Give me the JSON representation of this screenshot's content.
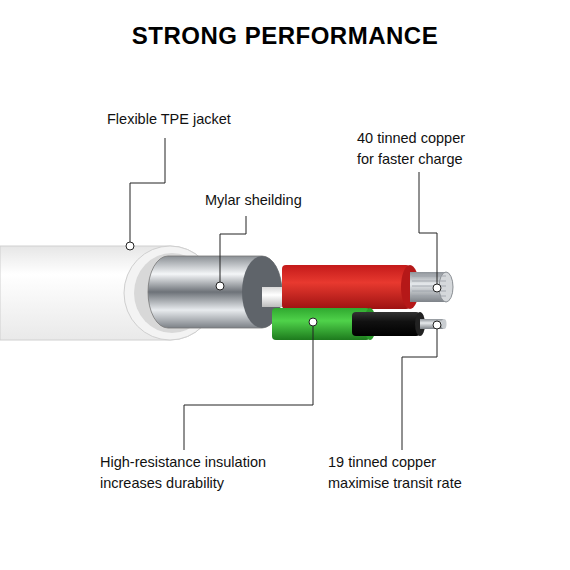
{
  "diagram": {
    "title": "STRONG PERFORMANCE",
    "labels": [
      "Flexible TPE jacket",
      "Mylar sheilding",
      "40 tinned copper for faster charge",
      "High-resistance insulation increases durability",
      "19 tinned copper maximise transit rate"
    ]
  }
}
